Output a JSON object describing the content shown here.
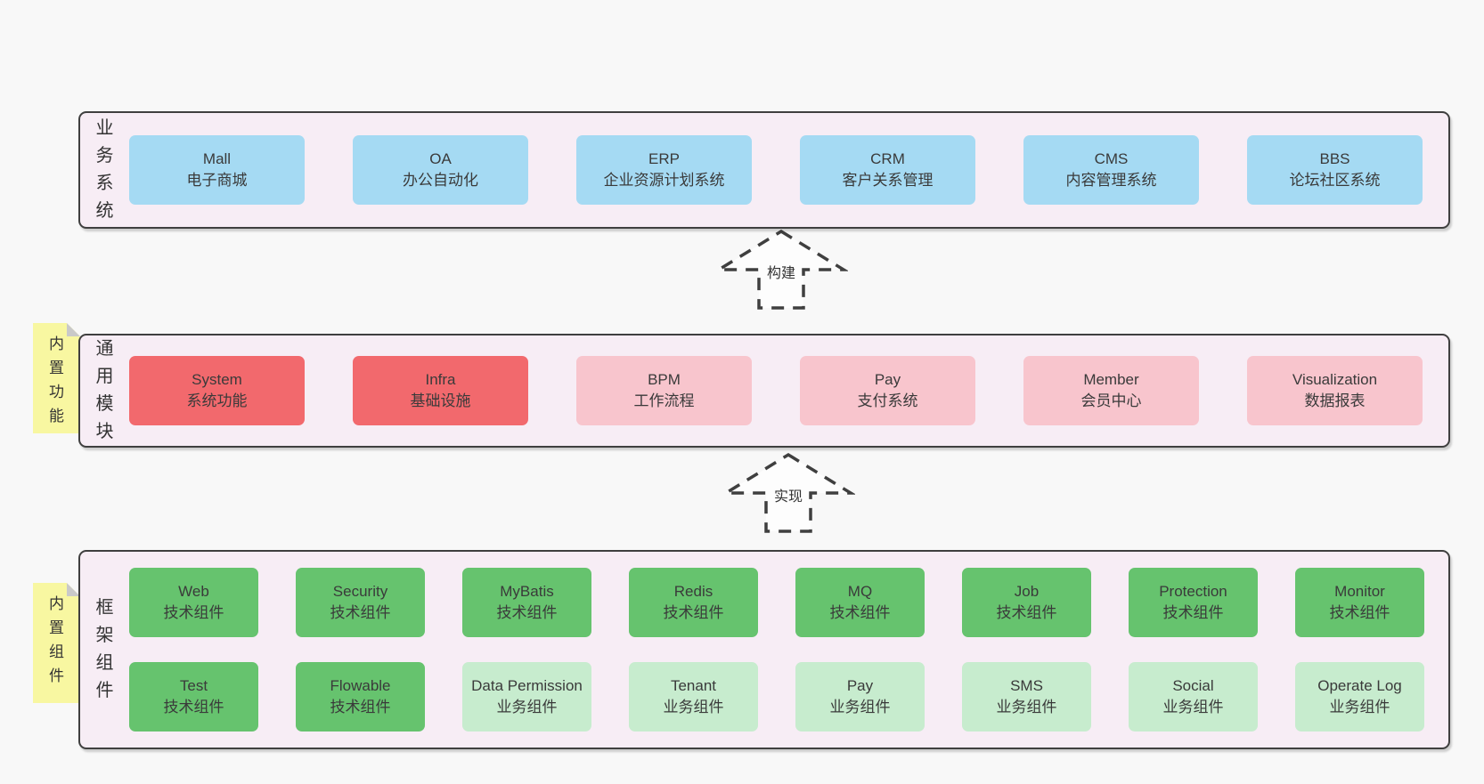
{
  "palette": {
    "page_bg": "#f8f8f8",
    "panel_bg": "#f7edf5",
    "panel_border": "#3f3f3f",
    "note_yellow": "#f8f7a1",
    "note_fold_gray": "#c9c9c9",
    "box_blue": "#a5daf3",
    "box_red": "#f2696d",
    "box_pink": "#f8c5cd",
    "box_green_dark": "#66c36e",
    "box_green_light": "#c7ecce",
    "text": "#3a3a3a"
  },
  "business_layer": {
    "label": "业务系统",
    "boxes": [
      {
        "title": "Mall",
        "subtitle": "电子商城",
        "color": "blue"
      },
      {
        "title": "OA",
        "subtitle": "办公自动化",
        "color": "blue"
      },
      {
        "title": "ERP",
        "subtitle": "企业资源计划系统",
        "color": "blue"
      },
      {
        "title": "CRM",
        "subtitle": "客户关系管理",
        "color": "blue"
      },
      {
        "title": "CMS",
        "subtitle": "内容管理系统",
        "color": "blue"
      },
      {
        "title": "BBS",
        "subtitle": "论坛社区系统",
        "color": "blue"
      }
    ]
  },
  "build_arrow": {
    "label": "构建"
  },
  "modules_layer": {
    "label": "通用模块",
    "note": "内置功能",
    "boxes": [
      {
        "title": "System",
        "subtitle": "系统功能",
        "color": "red"
      },
      {
        "title": "Infra",
        "subtitle": "基础设施",
        "color": "red"
      },
      {
        "title": "BPM",
        "subtitle": "工作流程",
        "color": "pink"
      },
      {
        "title": "Pay",
        "subtitle": "支付系统",
        "color": "pink"
      },
      {
        "title": "Member",
        "subtitle": "会员中心",
        "color": "pink"
      },
      {
        "title": "Visualization",
        "subtitle": "数据报表",
        "color": "pink"
      }
    ]
  },
  "implement_arrow": {
    "label": "实现"
  },
  "framework_layer": {
    "label": "框架组件",
    "note": "内置组件",
    "row1": [
      {
        "title": "Web",
        "subtitle": "技术组件",
        "color": "green_dark"
      },
      {
        "title": "Security",
        "subtitle": "技术组件",
        "color": "green_dark"
      },
      {
        "title": "MyBatis",
        "subtitle": "技术组件",
        "color": "green_dark"
      },
      {
        "title": "Redis",
        "subtitle": "技术组件",
        "color": "green_dark"
      },
      {
        "title": "MQ",
        "subtitle": "技术组件",
        "color": "green_dark"
      },
      {
        "title": "Job",
        "subtitle": "技术组件",
        "color": "green_dark"
      },
      {
        "title": "Protection",
        "subtitle": "技术组件",
        "color": "green_dark"
      },
      {
        "title": "Monitor",
        "subtitle": "技术组件",
        "color": "green_dark"
      }
    ],
    "row2": [
      {
        "title": "Test",
        "subtitle": "技术组件",
        "color": "green_dark"
      },
      {
        "title": "Flowable",
        "subtitle": "技术组件",
        "color": "green_dark"
      },
      {
        "title": "Data Permission",
        "subtitle": "业务组件",
        "color": "green_light"
      },
      {
        "title": "Tenant",
        "subtitle": "业务组件",
        "color": "green_light"
      },
      {
        "title": "Pay",
        "subtitle": "业务组件",
        "color": "green_light"
      },
      {
        "title": "SMS",
        "subtitle": "业务组件",
        "color": "green_light"
      },
      {
        "title": "Social",
        "subtitle": "业务组件",
        "color": "green_light"
      },
      {
        "title": "Operate Log",
        "subtitle": "业务组件",
        "color": "green_light"
      }
    ]
  }
}
